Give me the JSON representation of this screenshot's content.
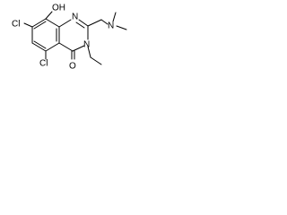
{
  "atoms": {
    "cl_upper": "Cl",
    "cl_lower": "Cl",
    "oh": "OH",
    "n_ring_top": "N",
    "n_ring_bottom": "N",
    "n_dimethyl": "N",
    "o_carbonyl": "O"
  }
}
